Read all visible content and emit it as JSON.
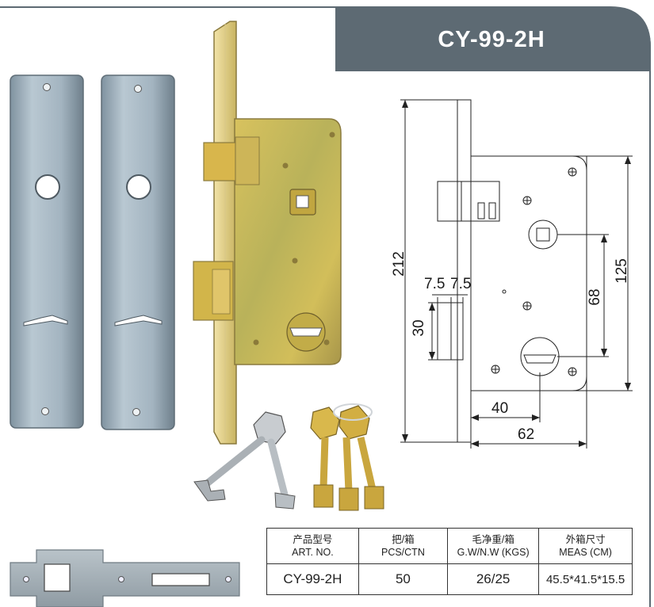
{
  "product": {
    "title": "CY-99-2H"
  },
  "dimensions": {
    "height_total": "212",
    "height_case": "125",
    "follower_to_keyhole": "68",
    "strike_width": "30",
    "bolt_a": "7.5",
    "bolt_b": "7.5",
    "backset": "40",
    "case_depth": "62"
  },
  "spec_table": {
    "headers": [
      {
        "cn": "产品型号",
        "en": "ART. NO."
      },
      {
        "cn": "把/箱",
        "en": "PCS/CTN"
      },
      {
        "cn": "毛净重/箱",
        "en": "G.W/N.W (KGS)"
      },
      {
        "cn": "外箱尺寸",
        "en": "MEAS (CM)"
      }
    ],
    "row": [
      "CY-99-2H",
      "50",
      "26/25",
      "45.5*41.5*15.5"
    ]
  },
  "colors": {
    "title_bar": "#5d6a73",
    "brass": "#c9b453",
    "plate": "#9fb0bd"
  }
}
